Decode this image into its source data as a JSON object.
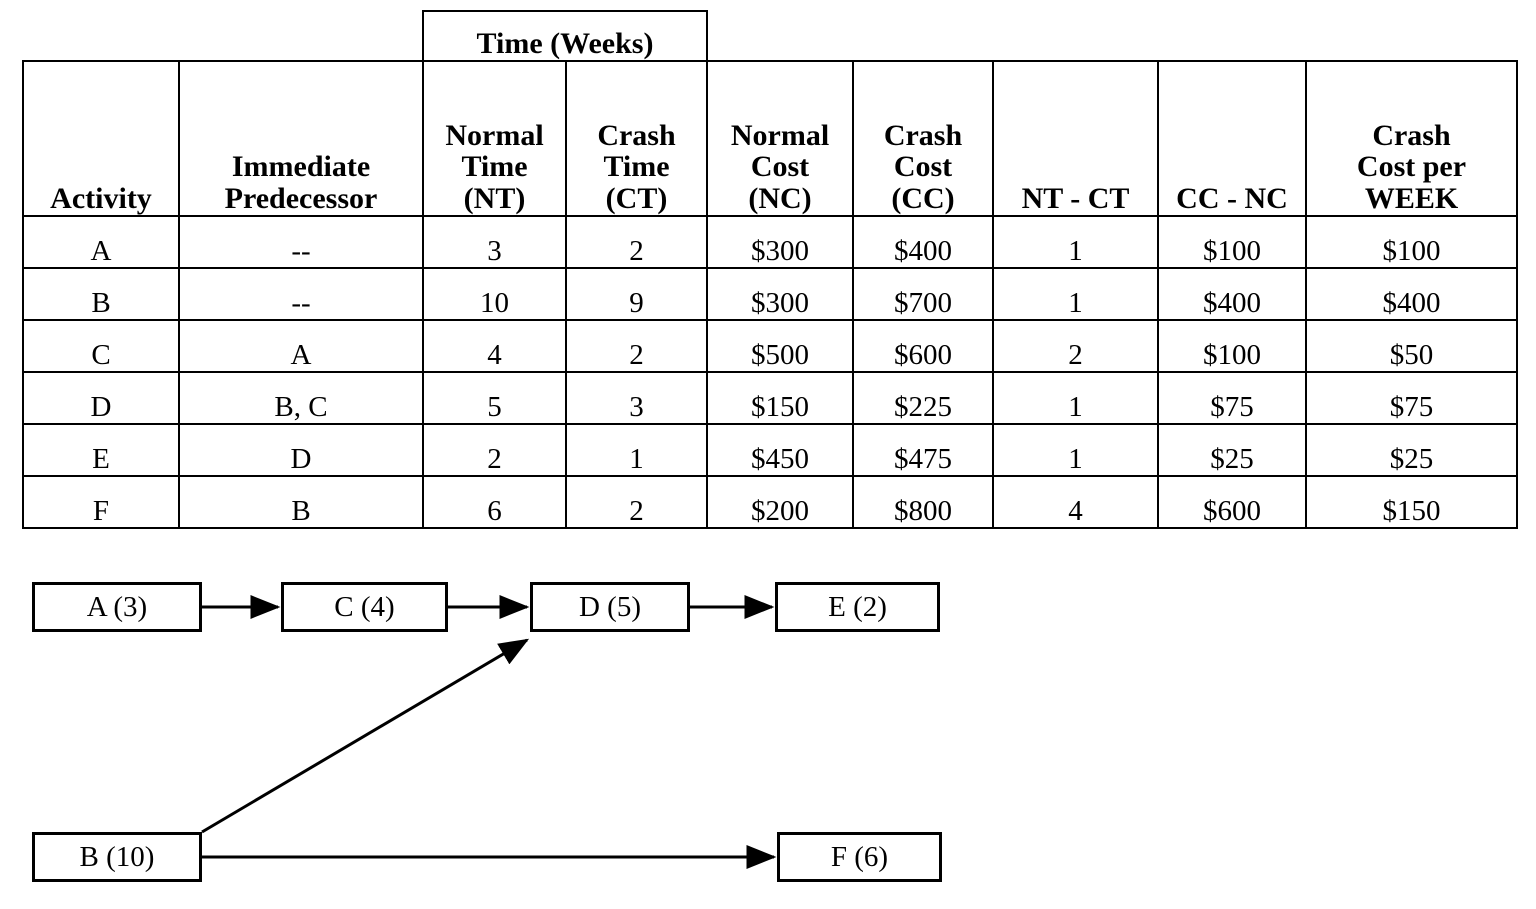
{
  "table": {
    "group_header": "Time (Weeks)",
    "columns": [
      {
        "key": "activity",
        "label": "Activity",
        "lines": [
          "Activity"
        ]
      },
      {
        "key": "predecessor",
        "label": "Immediate Predecessor",
        "lines": [
          "Immediate",
          "Predecessor"
        ]
      },
      {
        "key": "nt",
        "label": "Normal Time (NT)",
        "lines": [
          "Normal",
          "Time",
          "(NT)"
        ]
      },
      {
        "key": "ct",
        "label": "Crash Time (CT)",
        "lines": [
          "Crash",
          "Time",
          "(CT)"
        ]
      },
      {
        "key": "nc",
        "label": "Normal Cost (NC)",
        "lines": [
          "Normal",
          "Cost",
          "(NC)"
        ]
      },
      {
        "key": "cc",
        "label": "Crash Cost (CC)",
        "lines": [
          "Crash",
          "Cost",
          "(CC)"
        ]
      },
      {
        "key": "nt_ct",
        "label": "NT - CT",
        "lines": [
          "NT - CT"
        ]
      },
      {
        "key": "cc_nc",
        "label": "CC - NC",
        "lines": [
          "CC - NC"
        ]
      },
      {
        "key": "ccpw",
        "label": "Crash Cost per WEEK",
        "lines": [
          "Crash",
          "Cost per",
          "WEEK"
        ]
      }
    ],
    "rows": [
      {
        "activity": "A",
        "predecessor": "--",
        "nt": "3",
        "ct": "2",
        "nc": "$300",
        "cc": "$400",
        "nt_ct": "1",
        "cc_nc": "$100",
        "ccpw": "$100"
      },
      {
        "activity": "B",
        "predecessor": "--",
        "nt": "10",
        "ct": "9",
        "nc": "$300",
        "cc": "$700",
        "nt_ct": "1",
        "cc_nc": "$400",
        "ccpw": "$400"
      },
      {
        "activity": "C",
        "predecessor": "A",
        "nt": "4",
        "ct": "2",
        "nc": "$500",
        "cc": "$600",
        "nt_ct": "2",
        "cc_nc": "$100",
        "ccpw": "$50"
      },
      {
        "activity": "D",
        "predecessor": "B, C",
        "nt": "5",
        "ct": "3",
        "nc": "$150",
        "cc": "$225",
        "nt_ct": "1",
        "cc_nc": "$75",
        "ccpw": "$75"
      },
      {
        "activity": "E",
        "predecessor": "D",
        "nt": "2",
        "ct": "1",
        "nc": "$450",
        "cc": "$475",
        "nt_ct": "1",
        "cc_nc": "$25",
        "ccpw": "$25"
      },
      {
        "activity": "F",
        "predecessor": "B",
        "nt": "6",
        "ct": "2",
        "nc": "$200",
        "cc": "$800",
        "nt_ct": "4",
        "cc_nc": "$600",
        "ccpw": "$150"
      }
    ]
  },
  "diagram": {
    "nodes": [
      {
        "id": "A",
        "label": "A (3)",
        "duration": 3
      },
      {
        "id": "C",
        "label": "C (4)",
        "duration": 4
      },
      {
        "id": "D",
        "label": "D (5)",
        "duration": 5
      },
      {
        "id": "E",
        "label": "E (2)",
        "duration": 2
      },
      {
        "id": "B",
        "label": "B (10)",
        "duration": 10
      },
      {
        "id": "F",
        "label": "F (6)",
        "duration": 6
      }
    ],
    "edges": [
      {
        "from": "A",
        "to": "C"
      },
      {
        "from": "C",
        "to": "D"
      },
      {
        "from": "D",
        "to": "E"
      },
      {
        "from": "B",
        "to": "D"
      },
      {
        "from": "B",
        "to": "F"
      }
    ]
  },
  "colors": {
    "line": "#000000",
    "background": "#ffffff",
    "text": "#000000"
  }
}
